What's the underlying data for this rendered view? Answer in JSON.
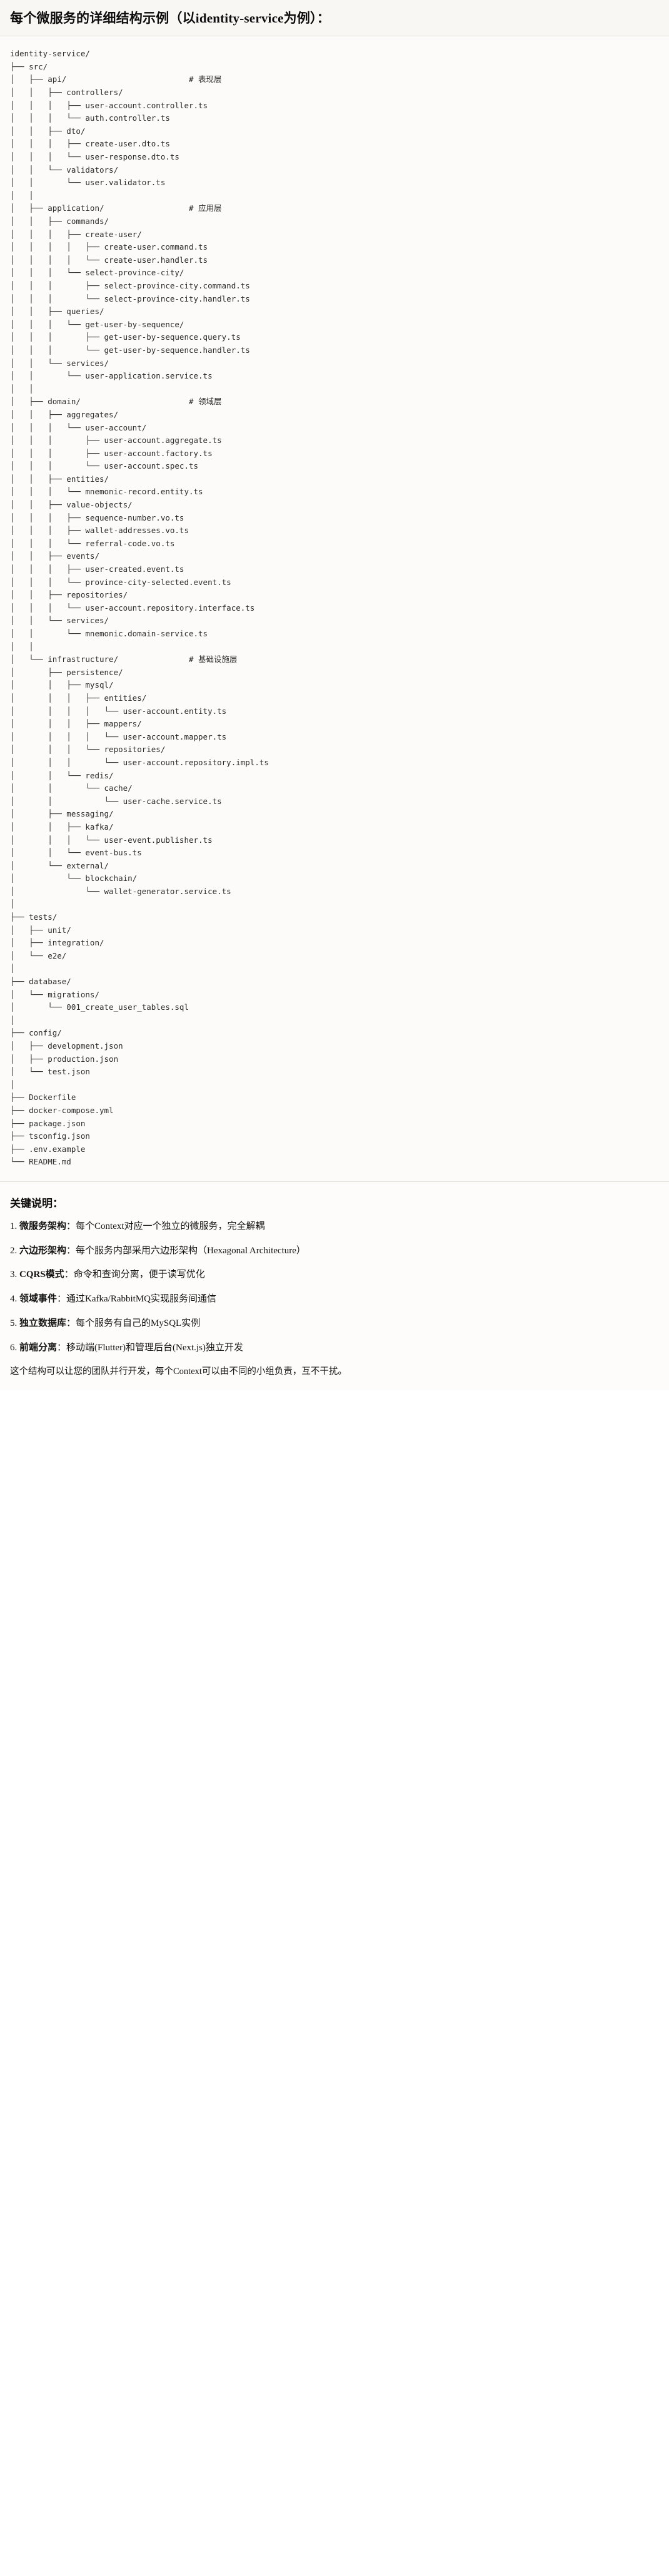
{
  "header": {
    "title": "每个微服务的详细结构示例（以identity-service为例）："
  },
  "tree": {
    "root_label": "identity-service/",
    "lines": [
      "identity-service/",
      "├── src/",
      "│   ├── api/                          # 表现层",
      "│   │   ├── controllers/",
      "│   │   │   ├── user-account.controller.ts",
      "│   │   │   └── auth.controller.ts",
      "│   │   ├── dto/",
      "│   │   │   ├── create-user.dto.ts",
      "│   │   │   └── user-response.dto.ts",
      "│   │   └── validators/",
      "│   │       └── user.validator.ts",
      "│   │",
      "│   ├── application/                  # 应用层",
      "│   │   ├── commands/",
      "│   │   │   ├── create-user/",
      "│   │   │   │   ├── create-user.command.ts",
      "│   │   │   │   └── create-user.handler.ts",
      "│   │   │   └── select-province-city/",
      "│   │   │       ├── select-province-city.command.ts",
      "│   │   │       └── select-province-city.handler.ts",
      "│   │   ├── queries/",
      "│   │   │   └── get-user-by-sequence/",
      "│   │   │       ├── get-user-by-sequence.query.ts",
      "│   │   │       └── get-user-by-sequence.handler.ts",
      "│   │   └── services/",
      "│   │       └── user-application.service.ts",
      "│   │",
      "│   ├── domain/                       # 领域层",
      "│   │   ├── aggregates/",
      "│   │   │   └── user-account/",
      "│   │   │       ├── user-account.aggregate.ts",
      "│   │   │       ├── user-account.factory.ts",
      "│   │   │       └── user-account.spec.ts",
      "│   │   ├── entities/",
      "│   │   │   └── mnemonic-record.entity.ts",
      "│   │   ├── value-objects/",
      "│   │   │   ├── sequence-number.vo.ts",
      "│   │   │   ├── wallet-addresses.vo.ts",
      "│   │   │   └── referral-code.vo.ts",
      "│   │   ├── events/",
      "│   │   │   ├── user-created.event.ts",
      "│   │   │   └── province-city-selected.event.ts",
      "│   │   ├── repositories/",
      "│   │   │   └── user-account.repository.interface.ts",
      "│   │   └── services/",
      "│   │       └── mnemonic.domain-service.ts",
      "│   │",
      "│   └── infrastructure/               # 基础设施层",
      "│       ├── persistence/",
      "│       │   ├── mysql/",
      "│       │   │   ├── entities/",
      "│       │   │   │   └── user-account.entity.ts",
      "│       │   │   ├── mappers/",
      "│       │   │   │   └── user-account.mapper.ts",
      "│       │   │   └── repositories/",
      "│       │   │       └── user-account.repository.impl.ts",
      "│       │   └── redis/",
      "│       │       └── cache/",
      "│       │           └── user-cache.service.ts",
      "│       ├── messaging/",
      "│       │   ├── kafka/",
      "│       │   │   └── user-event.publisher.ts",
      "│       │   └── event-bus.ts",
      "│       └── external/",
      "│           └── blockchain/",
      "│               └── wallet-generator.service.ts",
      "│",
      "├── tests/",
      "│   ├── unit/",
      "│   ├── integration/",
      "│   └── e2e/",
      "│",
      "├── database/",
      "│   └── migrations/",
      "│       └── 001_create_user_tables.sql",
      "│",
      "├── config/",
      "│   ├── development.json",
      "│   ├── production.json",
      "│   └── test.json",
      "│",
      "├── Dockerfile",
      "├── docker-compose.yml",
      "├── package.json",
      "├── tsconfig.json",
      "├── .env.example",
      "└── README.md"
    ],
    "layer_comments": [
      "# 表现层",
      "# 应用层",
      "# 领域层",
      "# 基础设施层"
    ]
  },
  "notes": {
    "heading": "关键说明：",
    "items": [
      {
        "num": "1.",
        "term": "微服务架构",
        "sep": "：",
        "text": "每个Context对应一个独立的微服务，完全解耦"
      },
      {
        "num": "2.",
        "term": "六边形架构",
        "sep": "：",
        "text": "每个服务内部采用六边形架构（Hexagonal Architecture）"
      },
      {
        "num": "3.",
        "term": "CQRS模式",
        "sep": "：",
        "text": "命令和查询分离，便于读写优化"
      },
      {
        "num": "4.",
        "term": "领域事件",
        "sep": "：",
        "text": "通过Kafka/RabbitMQ实现服务间通信"
      },
      {
        "num": "5.",
        "term": "独立数据库",
        "sep": "：",
        "text": "每个服务有自己的MySQL实例"
      },
      {
        "num": "6.",
        "term": "前端分离",
        "sep": "：",
        "text": "移动端(Flutter)和管理后台(Next.js)独立开发"
      }
    ],
    "footer": "这个结构可以让您的团队并行开发，每个Context可以由不同的小组负责，互不干扰。"
  },
  "colors": {
    "page_bg": "#ffffff",
    "header_bg": "#f8f7f4",
    "code_bg": "#fcfbf9",
    "notes_bg": "#fdfcfa",
    "text": "#1a1a1a",
    "code_text": "#2b2b2b",
    "divider": "#e2e0da"
  }
}
